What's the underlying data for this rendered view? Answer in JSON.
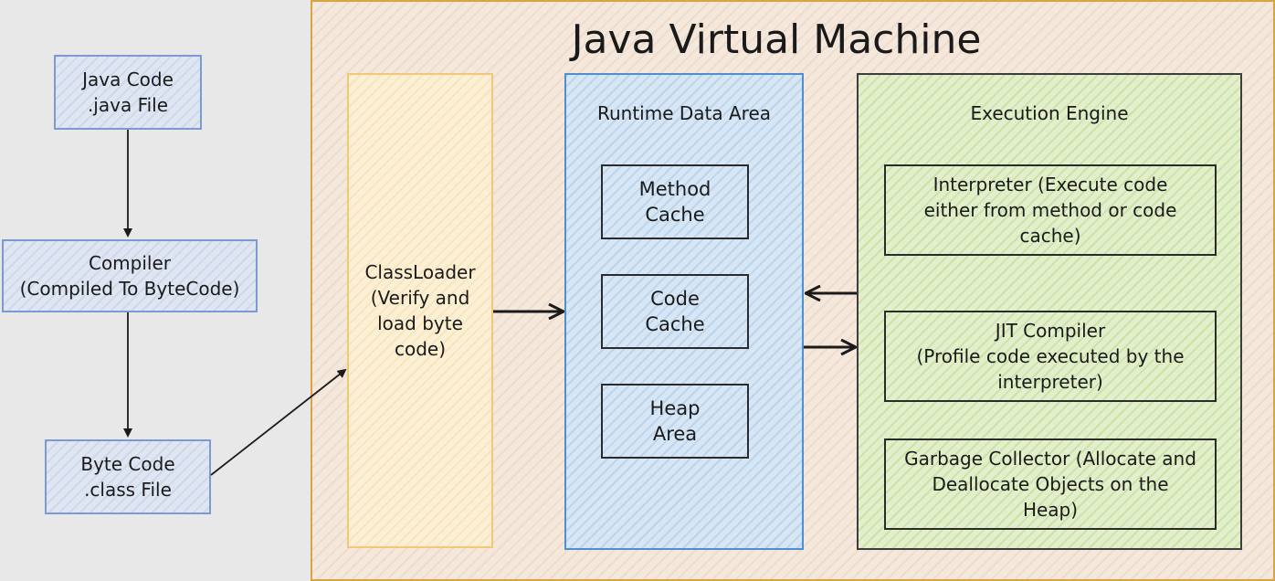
{
  "jvm": {
    "title": "Java Virtual Machine",
    "classloader": "ClassLoader\n(Verify and\nload byte\ncode)",
    "runtime_data_area": {
      "title": "Runtime Data Area",
      "method_cache": "Method\nCache",
      "code_cache": "Code\nCache",
      "heap_area": "Heap\nArea"
    },
    "execution_engine": {
      "title": "Execution Engine",
      "interpreter": "Interpreter (Execute code\neither from method or code\ncache)",
      "jit_compiler": "JIT Compiler\n(Profile code executed by the\ninterpreter)",
      "garbage_collector": "Garbage Collector (Allocate and\nDeallocate Objects on the\nHeap)"
    }
  },
  "flow": {
    "java_code": "Java Code\n.java File",
    "compiler": "Compiler\n(Compiled To ByteCode)",
    "byte_code": "Byte Code\n.class File"
  },
  "colors": {
    "blue_border": "#7d9ad0",
    "jvm_border": "#d9a441",
    "classloader_border": "#f1c878",
    "runtime_border": "#4f8ed0",
    "engine_border": "#3d3d3d",
    "green_box_border": "#2b2b2b"
  }
}
